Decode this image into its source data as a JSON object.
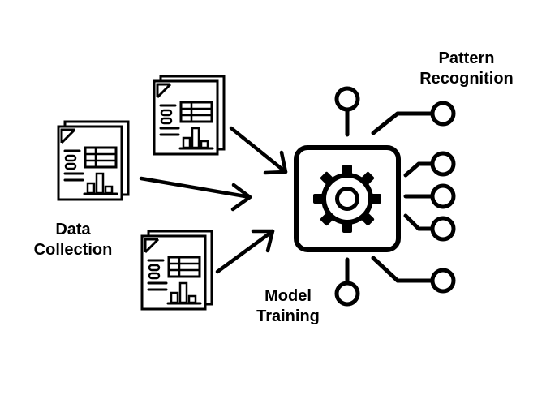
{
  "labels": {
    "data_collection": [
      "Data",
      "Collection"
    ],
    "model_training": [
      "Model",
      "Training"
    ],
    "pattern_recognition": [
      "Pattern",
      "Recognition"
    ]
  },
  "icons": {
    "documents": "document-spreadsheet-icon",
    "arrows": "arrow-right-icon",
    "processor": "gear-chip-icon",
    "nodes": "circuit-node-icon"
  },
  "colors": {
    "ink": "#000000",
    "background": "#ffffff"
  }
}
